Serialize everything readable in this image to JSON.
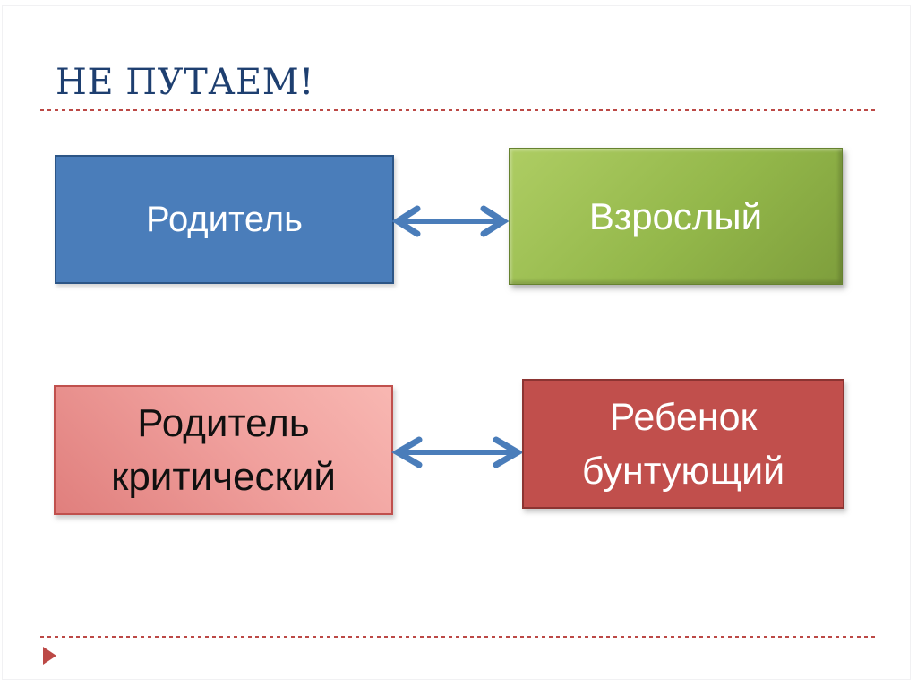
{
  "slide": {
    "title": "НЕ ПУТАЕМ!",
    "colors": {
      "title_blue": "#1E3F70",
      "accent_red": "#BC4946",
      "steel_blue": "#4A7DBA",
      "olive_green": "#93B74A",
      "rose_pink": "#F0A09D",
      "brick_red": "#C14F4C"
    },
    "icons": {
      "connector": "double-headed-arrow",
      "footer_marker": "play-triangle"
    }
  },
  "diagram": {
    "rows": [
      {
        "left": {
          "label": "Родитель"
        },
        "right": {
          "label": "Взрослый"
        }
      },
      {
        "left": {
          "line1": "Родитель",
          "line2": "критический"
        },
        "right": {
          "line1": "Ребенок",
          "line2": "бунтующий"
        }
      }
    ]
  }
}
